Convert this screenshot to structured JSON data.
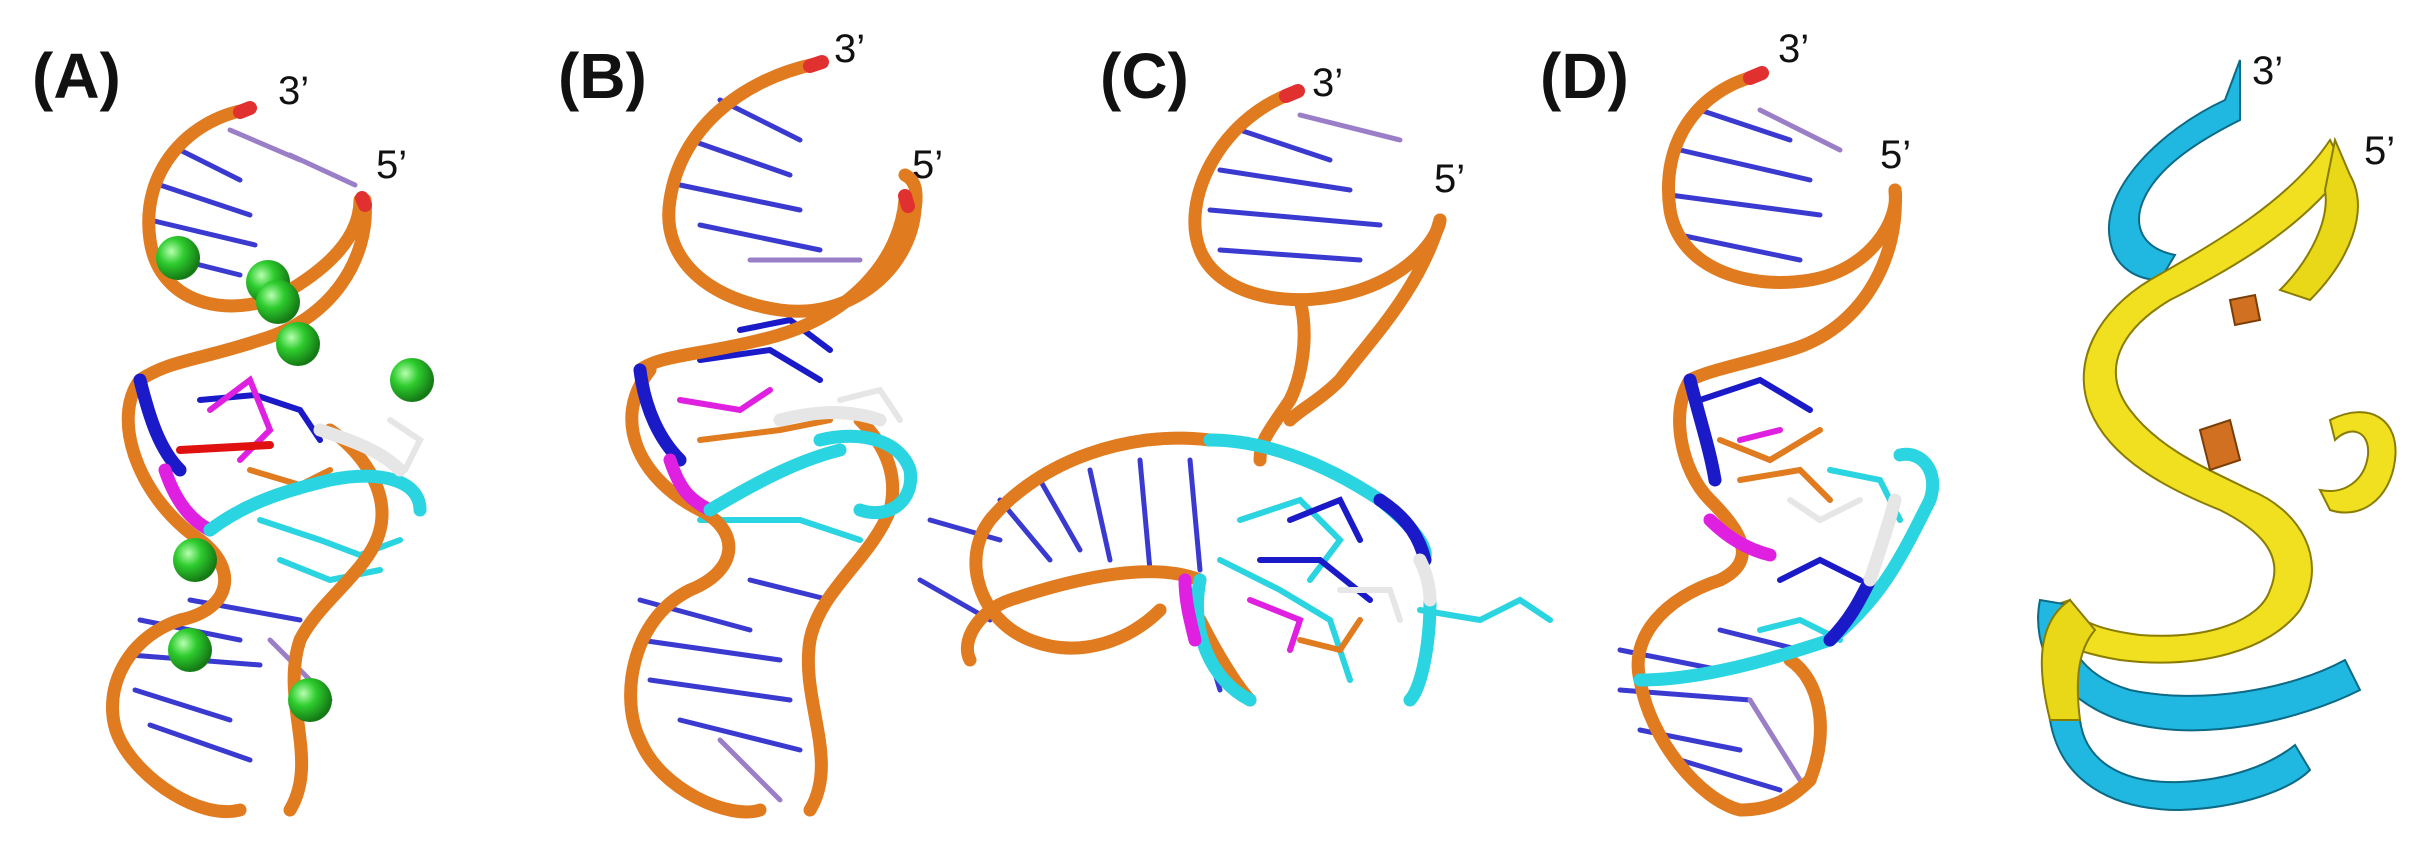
{
  "figure": {
    "panels": [
      {
        "id": "A",
        "label": "(A)",
        "end3": "3’",
        "end5": "5’",
        "has_ions": true
      },
      {
        "id": "B",
        "label": "(B)",
        "end3": "3’",
        "end5": "5’",
        "has_ions": false
      },
      {
        "id": "C",
        "label": "(C)",
        "end3": "3’",
        "end5": "5’",
        "has_ions": false
      },
      {
        "id": "D",
        "label": "(D)",
        "end3": "3’",
        "end5": "5’",
        "has_ions": false
      },
      {
        "id": "E",
        "label": "",
        "end3": "3’",
        "end5": "5’",
        "has_ions": false,
        "style": "ribbon"
      }
    ]
  },
  "colors": {
    "backbone": "#e07b1f",
    "backbone_dark": "#a55510",
    "rung": "#3a3ad0",
    "rung_light": "#9a7fc8",
    "terminus": "#e03030",
    "core_blue": "#1a1ac8",
    "core_magenta": "#e020e0",
    "core_cyan": "#2ad4e0",
    "core_white": "#e6e6e6",
    "core_red": "#e01010",
    "ion": "#2ecc2e",
    "ribbon_yellow": "#f0e020",
    "ribbon_cyan": "#20b8e0",
    "ribbon_orange": "#d07020"
  }
}
